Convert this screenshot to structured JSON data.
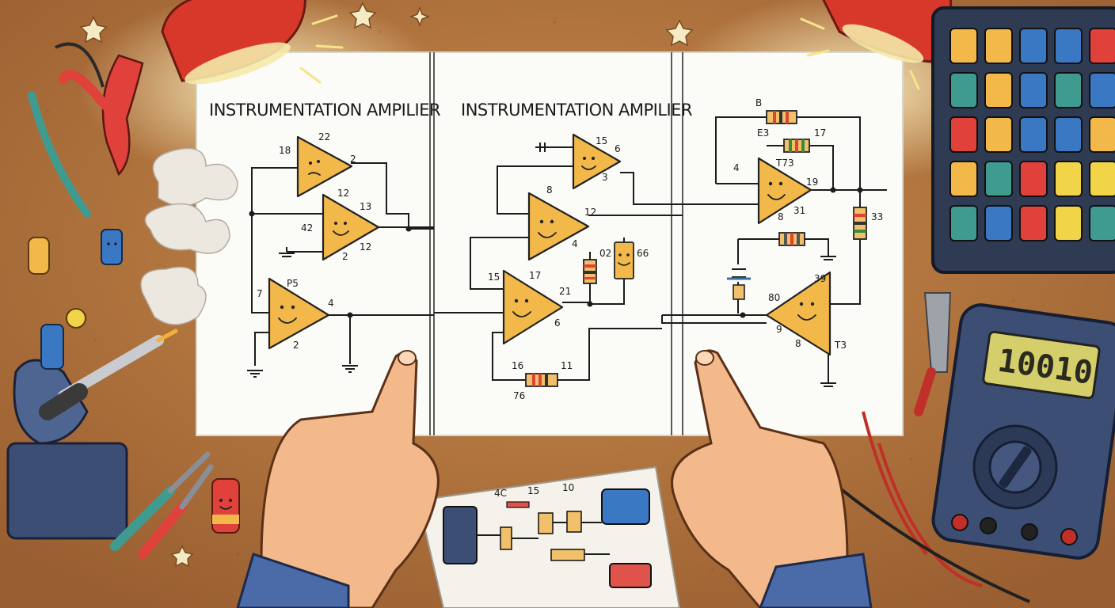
{
  "colors": {
    "desk": "#b0733f",
    "paper": "#fbfbf8",
    "opamp": "#f2b84a",
    "lamp": "#d8382a",
    "multimeter": "#3c4e74",
    "lcd": "#d4cf6a",
    "wire": "#1c1c1c"
  },
  "schematic_left": {
    "title": "INSTRUMENTATION AMPILIER",
    "labels": [
      "22",
      "18",
      "2",
      "12",
      "13",
      "42",
      "12",
      "2",
      "P5",
      "7",
      "4",
      "2"
    ]
  },
  "schematic_middle": {
    "title": "INSTRUMENTATION AMPILIER",
    "labels": [
      "15",
      "6",
      "3",
      "8",
      "12",
      "4",
      "02",
      "66",
      "15",
      "17",
      "21",
      "6",
      "16",
      "11",
      "76"
    ]
  },
  "schematic_right": {
    "labels": [
      "B",
      "E3",
      "17",
      "4",
      "T73",
      "19",
      "8",
      "31",
      "33",
      "39",
      "80",
      "9",
      "8",
      "T3"
    ]
  },
  "multimeter": {
    "display": "10010"
  },
  "breadboard": {
    "labels": [
      "4C",
      "15",
      "10"
    ]
  },
  "icons": [
    "desk-lamp-icon",
    "star-icon",
    "pliers-icon",
    "soldering-iron-icon",
    "capacitor-icon",
    "component-drawer-icon",
    "multimeter-icon",
    "pointing-hand-icon"
  ]
}
